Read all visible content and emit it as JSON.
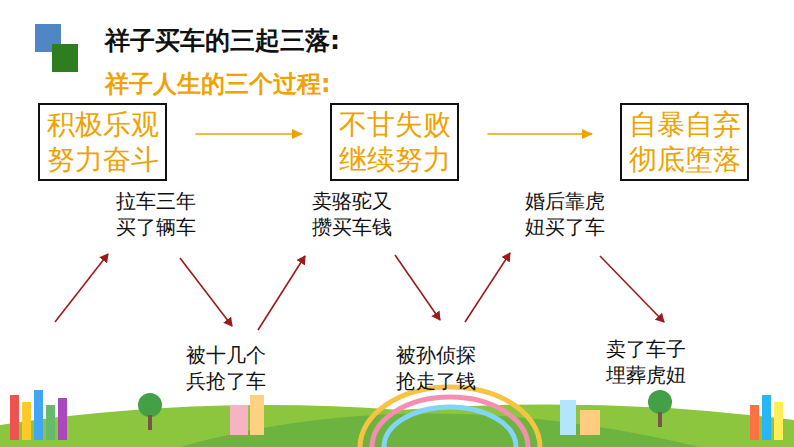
{
  "diagram": {
    "title": "祥子买车的三起三落:",
    "nodes": [
      {
        "text": [
          "积极乐观 努力奋斗"
        ]
      },
      {
        "text": [
          "不甘失败 继续努力"
        ]
      },
      {
        "text": [
          "自暴自弃 彻底堕落"
        ]
      }
    ],
    "edges": [
      {
        "from": 0,
        "to": 1,
        "arrow": "to"
      },
      {
        "from": 1,
        "to": 2,
        "arrow": "to"
      }
    ],
    "labels": [
      "祥子人生的三个过程:",
      "拉车三年 买了辆车",
      "卖骆驼又 攒买车钱",
      "婚后靠虎 妞买了车",
      "被十几个 兵抢了车",
      "被孙侦探 抢走了钱",
      "卖了车子 埋葬虎妞"
    ]
  }
}
